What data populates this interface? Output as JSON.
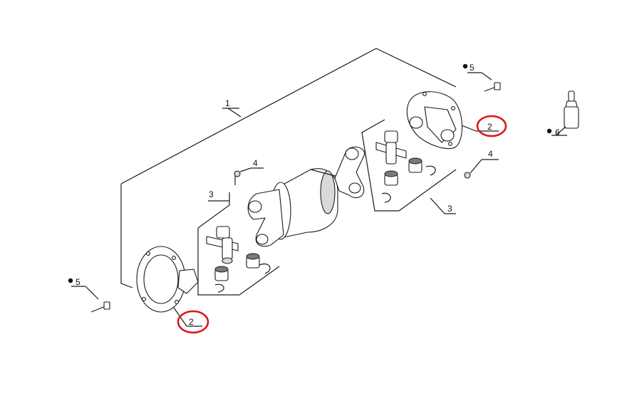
{
  "callouts": {
    "assembly": "1",
    "flange_right": "2",
    "flange_left": "2",
    "joint_left": "3",
    "joint_right": "3",
    "grease_fitting_left": "4",
    "grease_fitting_right": "4",
    "bolt_right": "5",
    "bolt_left": "5",
    "adhesive": "6"
  },
  "highlight": {
    "color": "#e0141e",
    "items": [
      "flange_right",
      "flange_left"
    ]
  },
  "markers": {
    "bullet_items": [
      "bolt_right",
      "bolt_left",
      "adhesive"
    ]
  }
}
